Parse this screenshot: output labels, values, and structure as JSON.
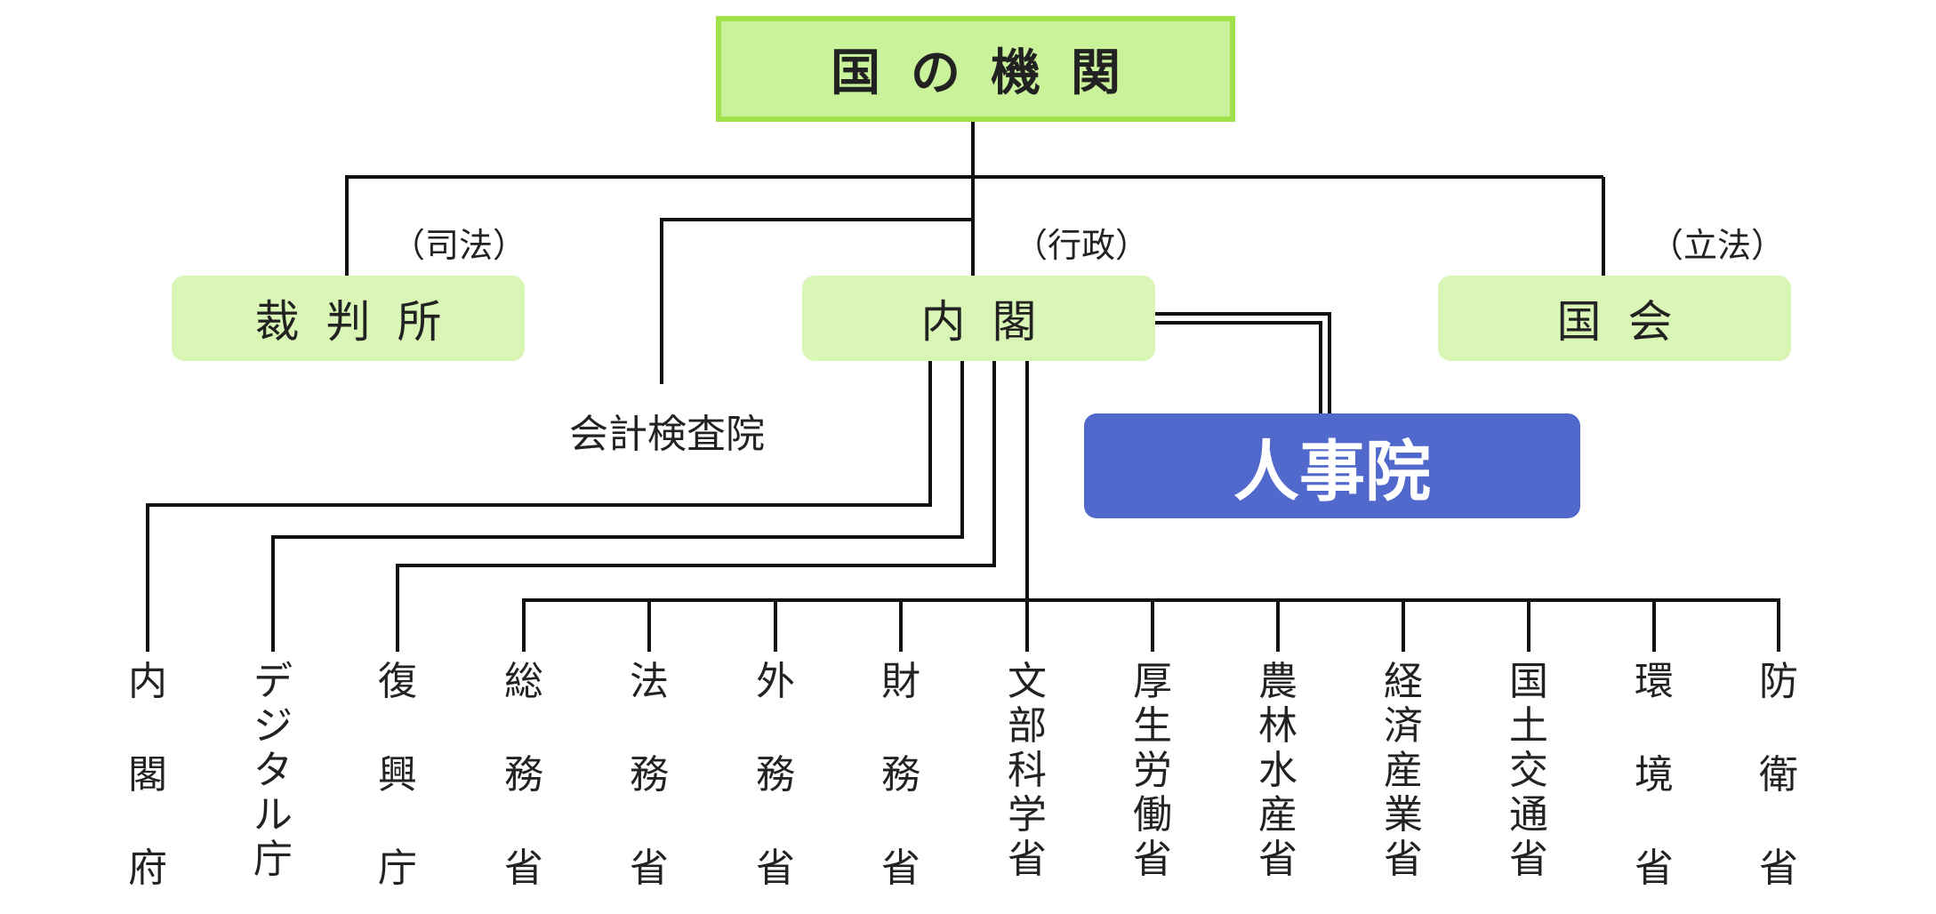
{
  "top": {
    "label": "国の機関"
  },
  "branches": {
    "court": {
      "label": "裁判所",
      "tag": "（司法）"
    },
    "cabinet": {
      "label": "内閣",
      "tag": "（行政）"
    },
    "diet": {
      "label": "国会",
      "tag": "（立法）"
    }
  },
  "audit": {
    "label": "会計検査院"
  },
  "jinjiin": {
    "label": "人事院"
  },
  "ministries": [
    {
      "label": "内閣府"
    },
    {
      "label": "デジタル庁"
    },
    {
      "label": "復興庁"
    },
    {
      "label": "総務省"
    },
    {
      "label": "法務省"
    },
    {
      "label": "外務省"
    },
    {
      "label": "財務省"
    },
    {
      "label": "文部科学省"
    },
    {
      "label": "厚生労働省"
    },
    {
      "label": "農林水産省"
    },
    {
      "label": "経済産業省"
    },
    {
      "label": "国土交通省"
    },
    {
      "label": "環境省"
    },
    {
      "label": "防衛省"
    }
  ],
  "colors": {
    "top_fill": "#c9f29a",
    "top_border": "#9fe24a",
    "branch_fill": "#d9f6b6",
    "jinjiin_fill": "#5169cc",
    "line": "#111111"
  }
}
